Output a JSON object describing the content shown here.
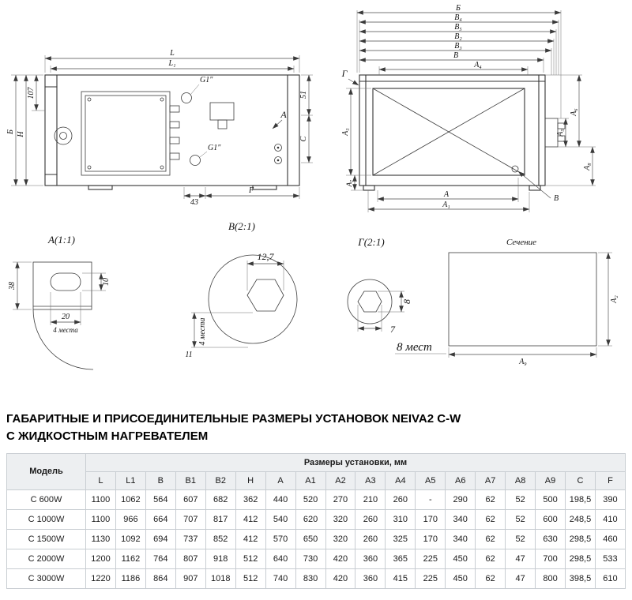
{
  "page": {
    "title_line1": "ГАБАРИТНЫЕ И ПРИСОЕДИНИТЕЛЬНЫЕ РАЗМЕРЫ УСТАНОВОК NEIVA2 C-W",
    "title_line2": "С ЖИДКОСТНЫМ НАГРЕВАТЕЛЕМ"
  },
  "drawings": {
    "front": {
      "labels": {
        "L": "L",
        "L1": "L₁",
        "n107": "107",
        "Bcyr": "Б",
        "H": "H",
        "n51": "51",
        "C": "C",
        "A": "A",
        "n43": "43",
        "F": "F",
        "G1top": "G1\"",
        "G1bot": "G1\""
      }
    },
    "side": {
      "labels": {
        "Bcyr": "Б",
        "B4": "B₄",
        "B5": "B₅",
        "B2": "B₂",
        "B3": "B₃",
        "B": "B",
        "G": "Г",
        "A4": "A₄",
        "A3": "A₃",
        "A5": "A₅",
        "A6": "A₆",
        "A7": "A₇",
        "A8": "A₈",
        "A": "A",
        "A1": "A₁",
        "Bleader": "B"
      }
    },
    "detail_a": {
      "title": "А(1:1)",
      "labels": {
        "n38": "38",
        "n10": "10",
        "n20": "20",
        "places": "4 места"
      }
    },
    "detail_b": {
      "title": "В(2:1)",
      "labels": {
        "n12_7": "12,7",
        "n11": "11",
        "places": "4 места"
      }
    },
    "detail_g": {
      "title": "Г(2:1)",
      "labels": {
        "n8": "8",
        "n7": "7",
        "places": "8 мест"
      }
    },
    "section": {
      "title": "Сечение",
      "labels": {
        "A2": "A₂",
        "A9": "A₉"
      }
    }
  },
  "table": {
    "model_header": "Модель",
    "group_header": "Размеры установки, мм",
    "columns": [
      "L",
      "L1",
      "B",
      "B1",
      "B2",
      "H",
      "A",
      "A1",
      "A2",
      "A3",
      "A4",
      "A5",
      "A6",
      "A7",
      "A8",
      "A9",
      "C",
      "F"
    ],
    "rows": [
      {
        "model": "С 600W",
        "values": [
          "1100",
          "1062",
          "564",
          "607",
          "682",
          "362",
          "440",
          "520",
          "270",
          "210",
          "260",
          "-",
          "290",
          "62",
          "52",
          "500",
          "198,5",
          "390"
        ]
      },
      {
        "model": "С 1000W",
        "values": [
          "1100",
          "966",
          "664",
          "707",
          "817",
          "412",
          "540",
          "620",
          "320",
          "260",
          "310",
          "170",
          "340",
          "62",
          "52",
          "600",
          "248,5",
          "410"
        ]
      },
      {
        "model": "С 1500W",
        "values": [
          "1130",
          "1092",
          "694",
          "737",
          "852",
          "412",
          "570",
          "650",
          "320",
          "260",
          "325",
          "170",
          "340",
          "62",
          "52",
          "630",
          "298,5",
          "460"
        ]
      },
      {
        "model": "С 2000W",
        "values": [
          "1200",
          "1162",
          "764",
          "807",
          "918",
          "512",
          "640",
          "730",
          "420",
          "360",
          "365",
          "225",
          "450",
          "62",
          "47",
          "700",
          "298,5",
          "533"
        ]
      },
      {
        "model": "С 3000W",
        "values": [
          "1220",
          "1186",
          "864",
          "907",
          "1018",
          "512",
          "740",
          "830",
          "420",
          "360",
          "415",
          "225",
          "450",
          "62",
          "47",
          "800",
          "398,5",
          "610"
        ]
      }
    ]
  }
}
